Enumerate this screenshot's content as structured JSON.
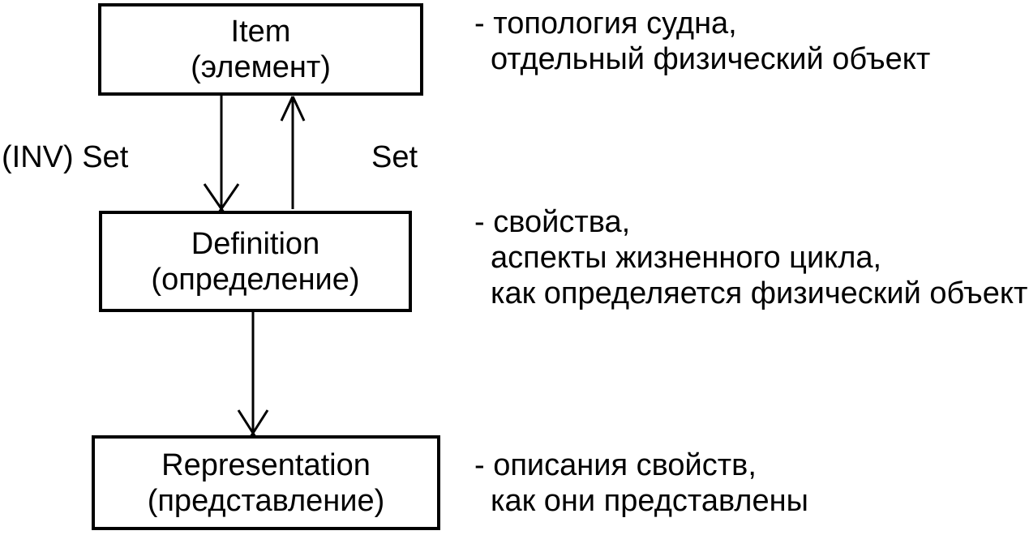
{
  "diagram": {
    "boxes": [
      {
        "id": "item",
        "title": "Item",
        "subtitle": "(элемент)"
      },
      {
        "id": "definition",
        "title": "Definition",
        "subtitle": "(определение)"
      },
      {
        "id": "representation",
        "title": "Representation",
        "subtitle": "(представление)"
      }
    ],
    "edge_labels": {
      "inv_set": "(INV) Set",
      "set": "Set"
    },
    "annotations": [
      {
        "line1": "- топология судна,",
        "line2": "отдельный физический объект"
      },
      {
        "line1": "- свойства,",
        "line2": "аспекты жизненного цикла,",
        "line3": "как определяется физический объект"
      },
      {
        "line1": "- описания свойств,",
        "line2": "как они представлены"
      }
    ],
    "colors": {
      "ink": "#000000",
      "background": "#ffffff"
    }
  }
}
